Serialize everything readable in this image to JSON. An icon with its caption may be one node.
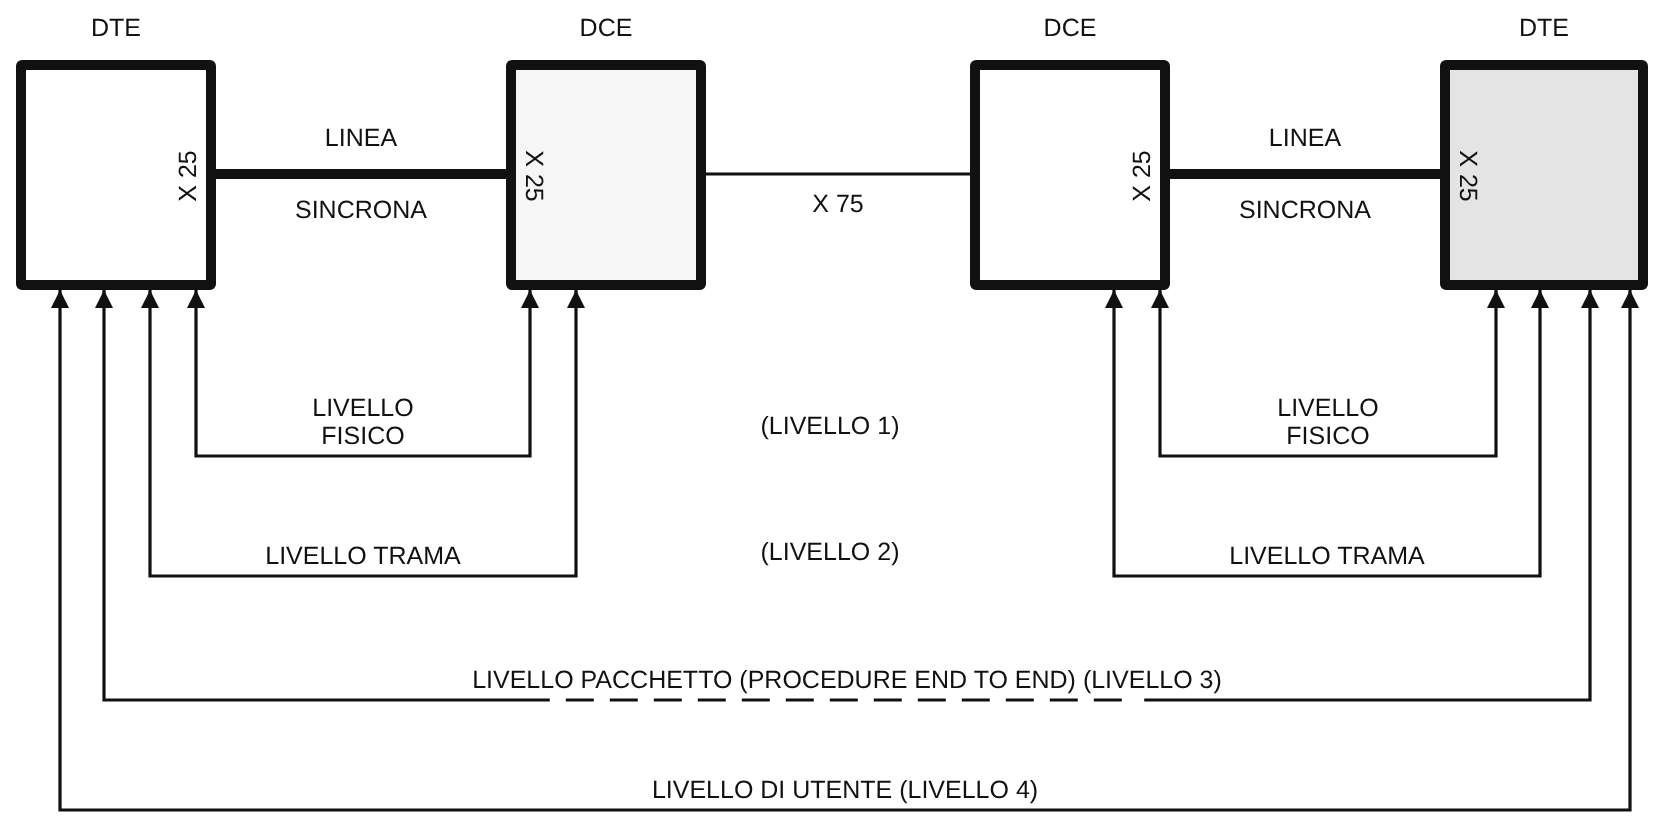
{
  "diagram": {
    "nodes": [
      {
        "text": [
          "DTE",
          "X 25"
        ]
      },
      {
        "text": [
          "DCE",
          "X 25"
        ]
      },
      {
        "text": [
          "DCE",
          "X 25"
        ]
      },
      {
        "text": [
          "DTE",
          "X 25"
        ]
      }
    ],
    "edges": [
      {
        "from": 0,
        "to": 1,
        "arrow": "none",
        "label": "LINEA SINCRONA",
        "style": "thick"
      },
      {
        "from": 1,
        "to": 2,
        "arrow": "none",
        "label": "X 75"
      },
      {
        "from": 2,
        "to": 3,
        "arrow": "none",
        "label": "LINEA SINCRONA",
        "style": "thick"
      },
      {
        "from": 0,
        "to": 1,
        "arrow": "both",
        "label": "LIVELLO FISICO"
      },
      {
        "from": 2,
        "to": 3,
        "arrow": "both",
        "label": "LIVELLO FISICO"
      },
      {
        "from": 0,
        "to": 1,
        "arrow": "both",
        "label": "LIVELLO TRAMA"
      },
      {
        "from": 2,
        "to": 3,
        "arrow": "both",
        "label": "LIVELLO TRAMA"
      },
      {
        "from": 0,
        "to": 3,
        "arrow": "both",
        "label": "LIVELLO PACCHETTO (PROCEDURE END TO END) (LIVELLO 3)",
        "style": "dashed"
      },
      {
        "from": 0,
        "to": 3,
        "arrow": "both",
        "label": "LIVELLO DI UTENTE (LIVELLO 4)"
      }
    ],
    "labels": [
      "(LIVELLO 1)",
      "(LIVELLO 2)"
    ]
  }
}
